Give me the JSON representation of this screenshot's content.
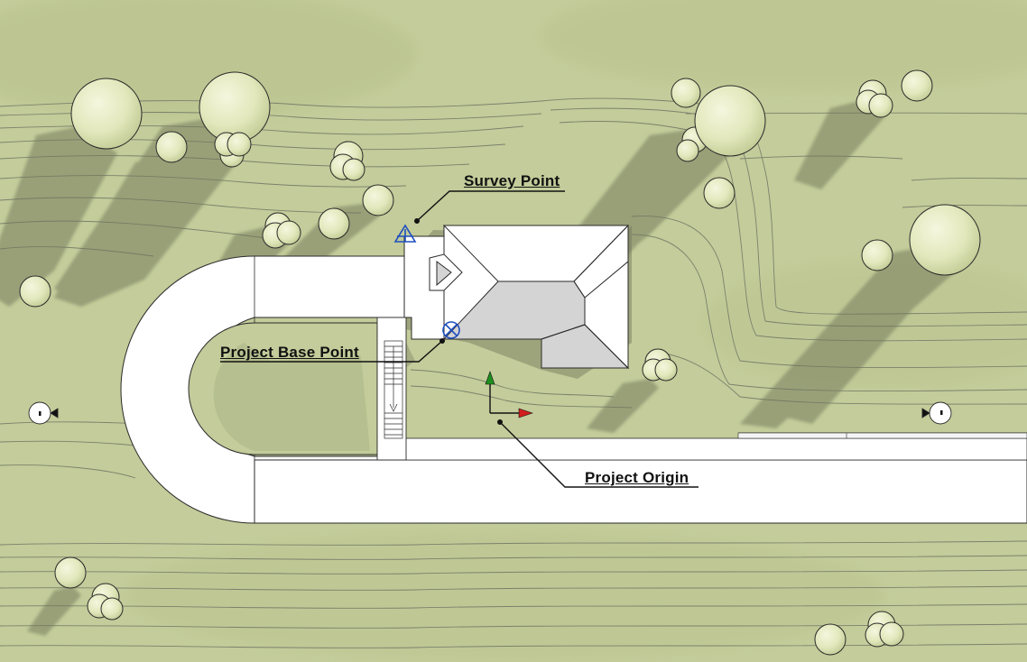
{
  "labels": {
    "survey_point": "Survey Point",
    "project_base_point": "Project Base Point",
    "project_origin": "Project Origin"
  },
  "icons": {
    "survey_point": "triangle-survey-icon",
    "project_base_point": "circle-cross-base-point-icon",
    "project_origin": "xy-axis-origin-icon",
    "elevation_marker": "elevation-marker-icon",
    "tree": "tree-icon"
  },
  "colors": {
    "terrain": "#c3cc9a",
    "contour": "#6f7566",
    "paving": "#ffffff",
    "roof": "#ffffff",
    "roof_shade": "#d4d4d4",
    "shadow": "#7e826a",
    "survey_point": "#1f4fbf",
    "base_point": "#1f4fbf",
    "axis_y": "#1e8f1e",
    "axis_x": "#d21e1e",
    "tree_fill": "#e6ecc0",
    "tree_outline": "#2a2a2a",
    "text": "#111111"
  }
}
